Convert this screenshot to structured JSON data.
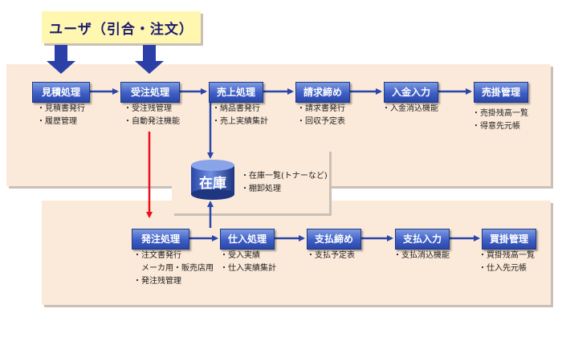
{
  "user_box": {
    "label": "ユーザ（引合・注文）"
  },
  "sales_flow": [
    {
      "label": "見積処理",
      "items": [
        "見積書発行",
        "履歴管理"
      ]
    },
    {
      "label": "受注処理",
      "items": [
        "受注残管理",
        "自動発注機能"
      ],
      "highlight_item": 1
    },
    {
      "label": "売上処理",
      "items": [
        "納品書発行",
        "売上実績集計"
      ]
    },
    {
      "label": "請求締め",
      "items": [
        "請求書発行",
        "回収予定表"
      ]
    },
    {
      "label": "入金入力",
      "items": [
        "入金消込機能"
      ]
    },
    {
      "label": "売掛管理",
      "items": [
        "売掛残高一覧",
        "得意先元帳"
      ]
    }
  ],
  "stock": {
    "label": "在庫",
    "items": [
      "在庫一覧(トナーなど)",
      "棚卸処理"
    ]
  },
  "purchase_flow": [
    {
      "label": "発注処理",
      "items": [
        "注文書発行",
        "メーカ用・販売店用",
        "発注残管理"
      ]
    },
    {
      "label": "仕入処理",
      "items": [
        "受入実績",
        "仕入実績集計"
      ]
    },
    {
      "label": "支払締め",
      "items": [
        "支払予定表"
      ]
    },
    {
      "label": "支払入力",
      "items": [
        "支払消込機能"
      ]
    },
    {
      "label": "買掛管理",
      "items": [
        "買掛残高一覧",
        "仕入先元帳"
      ]
    }
  ],
  "colors": {
    "node": "#3f5fc6",
    "arrow": "#2a46a8",
    "user_arrow": "#2a3fa8",
    "red_arrow": "#e8101a",
    "panel": "#fbe9d9",
    "user_box": "#fff6b0"
  }
}
